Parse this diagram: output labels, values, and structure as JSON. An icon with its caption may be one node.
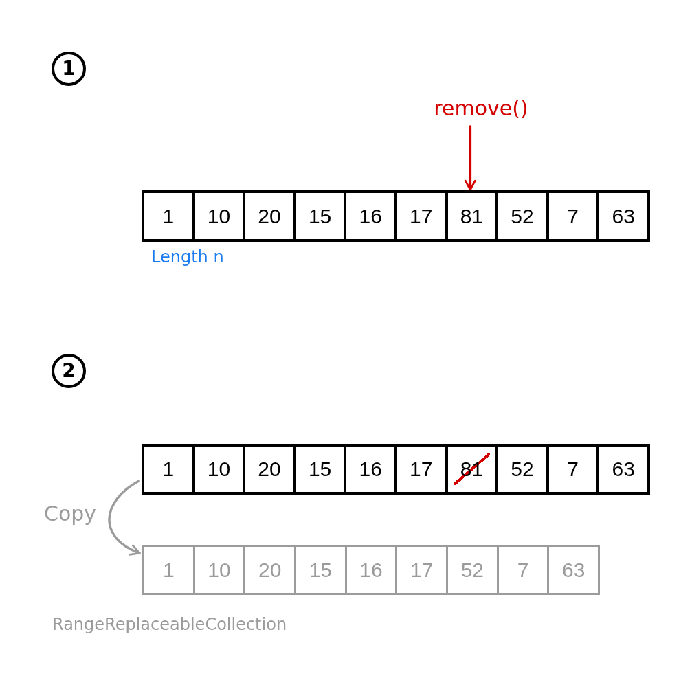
{
  "diagram": {
    "nodes": [
      {
        "text": [
          "1"
        ]
      },
      {
        "text": [
          "remove()"
        ]
      },
      {
        "text": [],
        "shape": "box",
        "beside": [
          "Length n"
        ]
      },
      {
        "text": [
          "1"
        ],
        "in": 2
      },
      {
        "text": [
          "10"
        ],
        "in": 2
      },
      {
        "text": [
          "20"
        ],
        "in": 2
      },
      {
        "text": [
          "15"
        ],
        "in": 2
      },
      {
        "text": [
          "16"
        ],
        "in": 2
      },
      {
        "text": [
          "17"
        ],
        "in": 2
      },
      {
        "text": [
          "81"
        ],
        "in": 2
      },
      {
        "text": [
          "52"
        ],
        "in": 2
      },
      {
        "text": [
          "7"
        ],
        "in": 2
      },
      {
        "text": [
          "63"
        ],
        "in": 2
      },
      {
        "text": [
          "2"
        ]
      },
      {
        "text": [],
        "shape": "box"
      },
      {
        "text": [
          "1"
        ],
        "in": 14
      },
      {
        "text": [
          "10"
        ],
        "in": 14
      },
      {
        "text": [
          "20"
        ],
        "in": 14
      },
      {
        "text": [
          "15"
        ],
        "in": 14
      },
      {
        "text": [
          "16"
        ],
        "in": 14
      },
      {
        "text": [
          "17"
        ],
        "in": 14
      },
      {
        "text": [
          "81"
        ],
        "in": 14
      },
      {
        "text": [
          "52"
        ],
        "in": 14
      },
      {
        "text": [
          "7"
        ],
        "in": 14
      },
      {
        "text": [
          "63"
        ],
        "in": 14
      },
      {
        "text": [],
        "shape": "box",
        "beside": [
          "RangeReplaceableCollection"
        ]
      },
      {
        "text": [
          "1"
        ],
        "in": 25
      },
      {
        "text": [
          "10"
        ],
        "in": 25
      },
      {
        "text": [
          "20"
        ],
        "in": 25
      },
      {
        "text": [
          "15"
        ],
        "in": 25
      },
      {
        "text": [
          "16"
        ],
        "in": 25
      },
      {
        "text": [
          "17"
        ],
        "in": 25
      },
      {
        "text": [
          "52"
        ],
        "in": 25
      },
      {
        "text": [
          "7"
        ],
        "in": 25
      },
      {
        "text": [
          "63"
        ],
        "in": 25
      }
    ],
    "edges": [
      {
        "from": 1,
        "to": 9,
        "arrow": "to",
        "color": "#d40000"
      },
      {
        "from": 14,
        "to": 25,
        "arrow": "to",
        "label": "Copy",
        "color": "#9b9b9b"
      }
    ]
  }
}
